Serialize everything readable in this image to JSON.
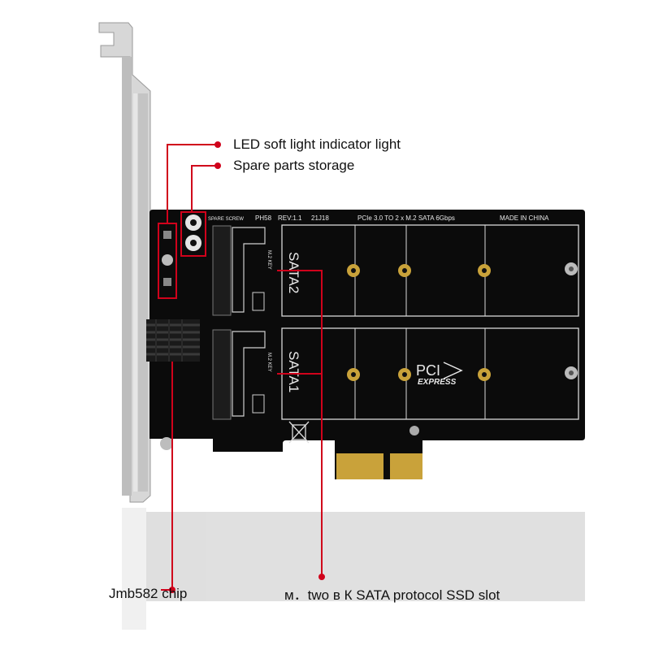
{
  "callouts": {
    "led": "LED soft light indicator light",
    "spare": "Spare parts storage",
    "chip": "Jmb582 chip",
    "slot": "м．two в К SATA protocol SSD slot"
  },
  "pcb": {
    "spare_screw": "SPARE SCREW",
    "model": "PH58",
    "rev": "REV:1.1",
    "date": "21J18",
    "spec": "PCIe 3.0 TO 2 x M.2 SATA 6Gbps",
    "made_in": "MADE IN CHINA",
    "slot_top": "SATA2",
    "slot_bottom": "SATA1",
    "key_label": "M.2 KEY",
    "pci_logo": "PCI",
    "express": "EXPRESS"
  },
  "colors": {
    "callout_line": "#d0021b",
    "pcb": "#0b0b0b",
    "bracket": "#c9c9c9",
    "gold": "#c9a23a"
  }
}
